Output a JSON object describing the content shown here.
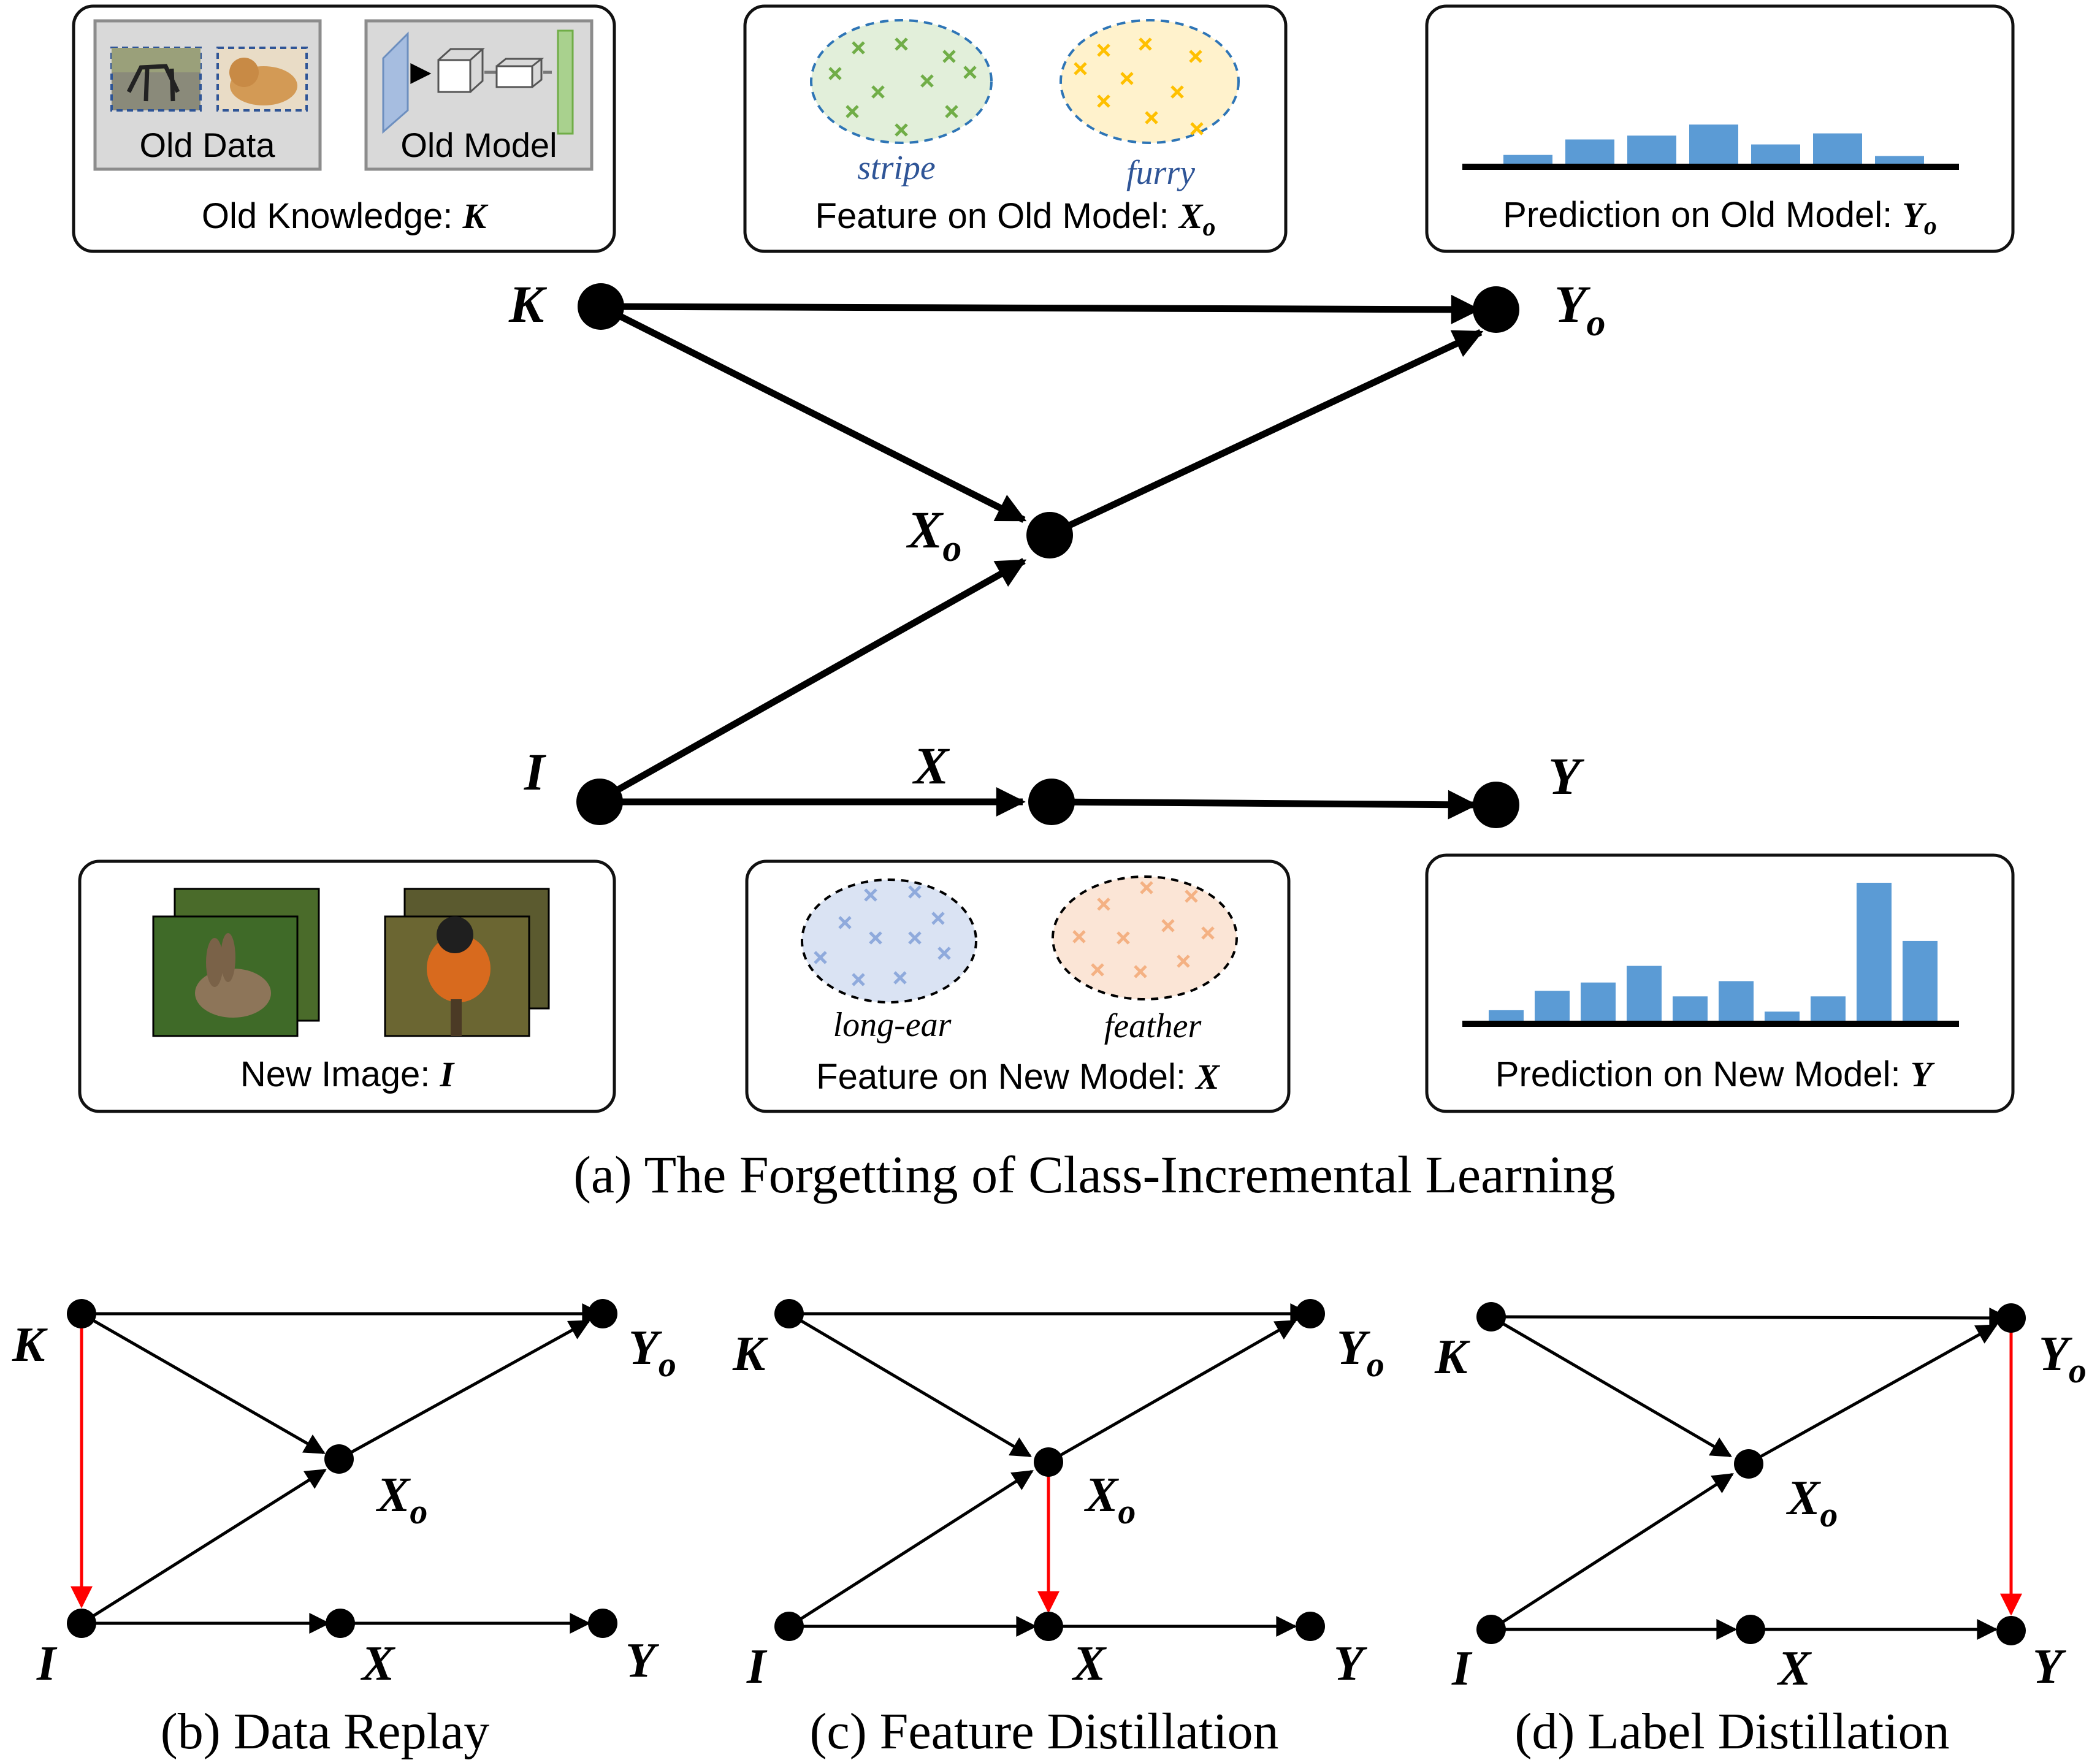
{
  "figure_a": {
    "caption": "(a) The Forgetting of Class-Incremental Learning",
    "boxes": {
      "old_knowledge": {
        "panel_data": "Old Data",
        "panel_model": "Old Model",
        "label": "Old Knowledge: ",
        "symbol": "K"
      },
      "old_feature": {
        "cluster_1": "stripe",
        "cluster_2": "furry",
        "label": "Feature on Old Model: ",
        "symbol": "X",
        "sub": "o"
      },
      "old_prediction": {
        "label": "Prediction on Old Model: ",
        "symbol": "Y",
        "sub": "o",
        "bars": [
          0.17,
          0.45,
          0.52,
          0.72,
          0.36,
          0.56,
          0.15
        ]
      },
      "new_image": {
        "label": "New Image: ",
        "symbol": "I"
      },
      "new_feature": {
        "cluster_1": "long-ear",
        "cluster_2": "feather",
        "label": "Feature on New Model: ",
        "symbol": "X"
      },
      "new_prediction": {
        "label": "Prediction on New Model: ",
        "symbol": "Y",
        "bars": [
          0.08,
          0.22,
          0.28,
          0.4,
          0.18,
          0.29,
          0.07,
          0.18,
          1.0,
          0.58
        ]
      }
    },
    "nodes": {
      "K": "K",
      "Yo": "Y",
      "Yo_sub": "o",
      "Xo": "X",
      "Xo_sub": "o",
      "I": "I",
      "X": "X",
      "Y": "Y"
    }
  },
  "figure_b": {
    "caption": "(b) Data Replay"
  },
  "figure_c": {
    "caption": "(c) Feature Distillation"
  },
  "figure_d": {
    "caption": "(d) Label Distillation"
  },
  "colors": {
    "bar": "#5b9bd5",
    "highlight_edge": "#ff0000",
    "stripe": "#70ad47",
    "furry": "#ffc000",
    "long_ear": "#8faadc",
    "feather": "#f4b183",
    "cluster_label": "#2f5597"
  }
}
